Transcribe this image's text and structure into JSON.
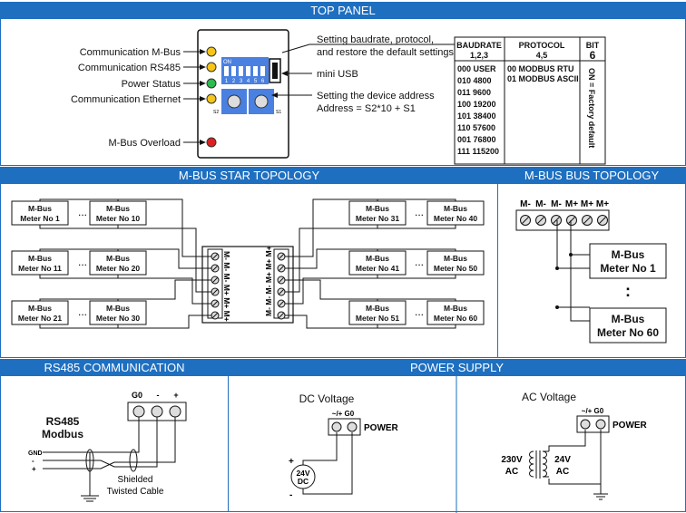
{
  "sections": {
    "top": "TOP PANEL",
    "star": "M-BUS STAR TOPOLOGY",
    "bus": "M-BUS BUS TOPOLOGY",
    "rs485": "RS485 COMMUNICATION",
    "power": "POWER SUPPLY"
  },
  "top_panel": {
    "leds": [
      {
        "label": "Communication M-Bus",
        "color": "#f5c518"
      },
      {
        "label": "Communication RS485",
        "color": "#f5c518"
      },
      {
        "label": "Power Status",
        "color": "#2dbb4e"
      },
      {
        "label": "Communication Ethernet",
        "color": "#f5c518"
      },
      {
        "label": "M-Bus Overload",
        "color": "#e02020"
      }
    ],
    "dip_on": "ON",
    "dip_numbers": [
      "1",
      "2",
      "3",
      "4",
      "5",
      "6"
    ],
    "s2": "S2",
    "s1": "S1",
    "callout_settings": [
      "Setting baudrate, protocol,",
      "and restore the default settings"
    ],
    "callout_usb": "mini USB",
    "callout_address": [
      "Setting the device address",
      "Address = S2*10 + S1"
    ],
    "table": {
      "col1_head": [
        "BAUDRATE",
        "1,2,3"
      ],
      "col2_head": [
        "PROTOCOL",
        "4,5"
      ],
      "col3_head": [
        "BIT",
        "6"
      ],
      "baud_rows": [
        "000 USER",
        "010 4800",
        "011 9600",
        "100 19200",
        "101 38400",
        "110 57600",
        "001 76800",
        "111 115200"
      ],
      "protocol_rows": [
        "00 MODBUS RTU",
        "01 MODBUS ASCII"
      ],
      "bit_note": "ON = Factory default"
    }
  },
  "star": {
    "left_meters": [
      [
        "M-Bus",
        "Meter No 1"
      ],
      [
        "M-Bus",
        "Meter No 10"
      ],
      [
        "M-Bus",
        "Meter No 11"
      ],
      [
        "M-Bus",
        "Meter No 20"
      ],
      [
        "M-Bus",
        "Meter No 21"
      ],
      [
        "M-Bus",
        "Meter No 30"
      ]
    ],
    "right_meters": [
      [
        "M-Bus",
        "Meter No 31"
      ],
      [
        "M-Bus",
        "Meter No 40"
      ],
      [
        "M-Bus",
        "Meter No 41"
      ],
      [
        "M-Bus",
        "Meter No 50"
      ],
      [
        "M-Bus",
        "Meter No 51"
      ],
      [
        "M-Bus",
        "Meter No 60"
      ]
    ],
    "ellipsis": "...",
    "left_terminal_label": "M- M- M- M+ M+ M+",
    "right_terminal_label": "M- M- M- M+ M+ M+"
  },
  "bus": {
    "terminal_labels": [
      "M-",
      "M-",
      "M-",
      "M+",
      "M+",
      "M+"
    ],
    "meter_first": [
      "M-Bus",
      "Meter No 1"
    ],
    "meter_last": [
      "M-Bus",
      "Meter No 60"
    ],
    "dots": ":"
  },
  "rs485": {
    "terminal_labels": [
      "G0",
      "-",
      "+"
    ],
    "title": [
      "RS485",
      "Modbus"
    ],
    "gnd": "GND",
    "minus": "-",
    "plus": "+",
    "cable": [
      "Shielded",
      "Twisted Cable"
    ]
  },
  "power": {
    "dc_title": "DC Voltage",
    "dc_terminal": "~/+ G0",
    "dc_power": "POWER",
    "dc_source": [
      "24V",
      "DC"
    ],
    "dc_plus": "+",
    "dc_minus": "-",
    "ac_title": "AC Voltage",
    "ac_terminal": "~/+ G0",
    "ac_power": "POWER",
    "ac_primary": [
      "230V",
      "AC"
    ],
    "ac_secondary": [
      "24V",
      "AC"
    ]
  }
}
